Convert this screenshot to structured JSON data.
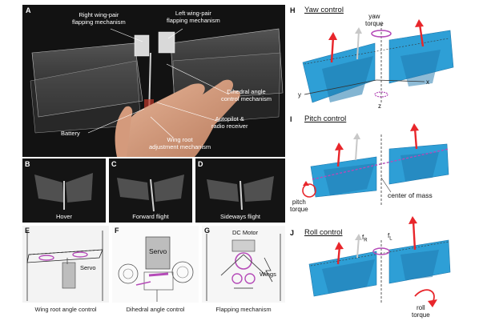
{
  "panel_a": {
    "letter": "A",
    "labels": {
      "right_wing": "Right wing-pair\nflapping mechanism",
      "left_wing": "Left wing-pair\nflapping mechanism",
      "dihedral": "Dihedral angle\ncontrol mechanism",
      "autopilot": "Autopilot &\nradio receiver",
      "battery": "Battery",
      "wing_root": "Wing root\nadjustment mechanism"
    }
  },
  "panel_b": {
    "letter": "B",
    "caption": "Hover"
  },
  "panel_c": {
    "letter": "C",
    "caption": "Forward flight"
  },
  "panel_d": {
    "letter": "D",
    "caption": "Sideways flight"
  },
  "panel_e": {
    "letter": "E",
    "servo": "Servo",
    "caption": "Wing root angle control"
  },
  "panel_f": {
    "letter": "F",
    "servo": "Servo",
    "caption": "Dihedral angle control"
  },
  "panel_g": {
    "letter": "G",
    "motor": "DC Motor",
    "wings": "Wings",
    "caption": "Flapping mechanism"
  },
  "panel_h": {
    "letter": "H",
    "title": "Yaw control",
    "torque": "yaw\ntorque",
    "x": "x",
    "y": "y",
    "z": "z"
  },
  "panel_i": {
    "letter": "I",
    "title": "Pitch control",
    "torque": "pitch\ntorque",
    "com": "center of mass"
  },
  "panel_j": {
    "letter": "J",
    "title": "Roll control",
    "fr": "f",
    "fr_sub": "R",
    "fl": "f",
    "fl_sub": "L",
    "torque": "roll\ntorque"
  },
  "colors": {
    "wing_blue": "#2e9fd6",
    "wing_dark": "#1e78ad",
    "force_red": "#e8262b",
    "torque_purple": "#b54bb8",
    "gray_arrow": "#c8c8c8"
  }
}
